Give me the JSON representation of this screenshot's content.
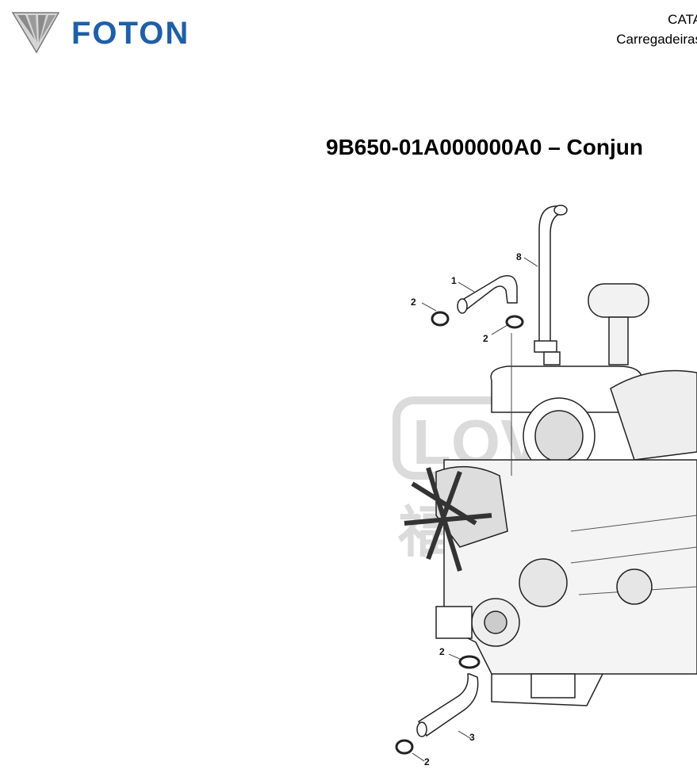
{
  "header": {
    "brand": "FOTON",
    "catalog_line1": "CATA",
    "catalog_line2": "Carregadeiras"
  },
  "document": {
    "title": "9B650-01A000000A0 – Conjun"
  },
  "diagram": {
    "watermark_latin": "LOVO",
    "watermark_cjk": "福田雷沃重",
    "callouts": [
      {
        "id": "c8",
        "label": "8"
      },
      {
        "id": "c1",
        "label": "1"
      },
      {
        "id": "c2a",
        "label": "2"
      },
      {
        "id": "c2b",
        "label": "2"
      },
      {
        "id": "c2c",
        "label": "2"
      },
      {
        "id": "c3",
        "label": "3"
      },
      {
        "id": "c2d",
        "label": "2"
      }
    ]
  }
}
